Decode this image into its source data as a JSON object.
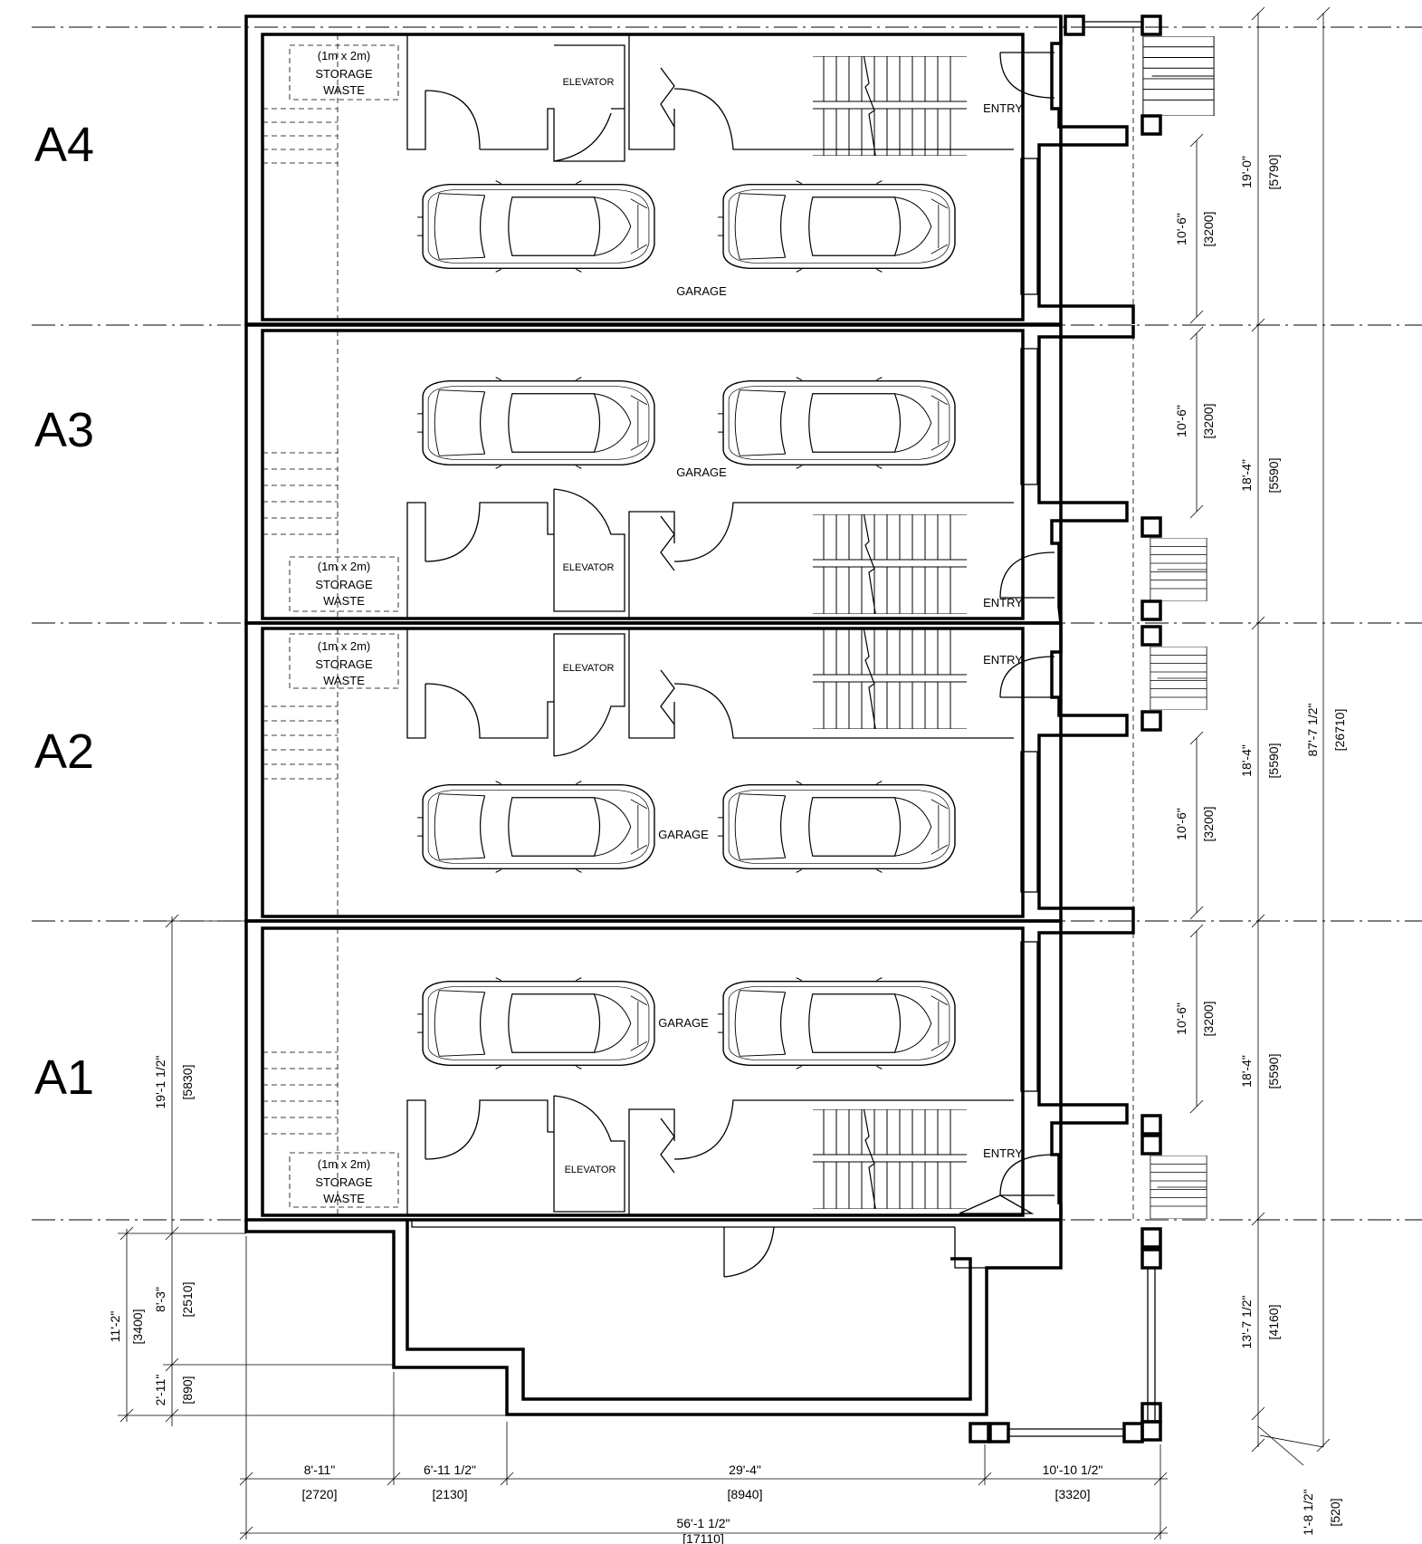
{
  "units": [
    {
      "id": "A4",
      "storage": [
        "(1m x 2m)",
        "STORAGE",
        "WASTE"
      ],
      "elevator": "ELEVATOR",
      "garage": "GARAGE",
      "entry": "ENTRY"
    },
    {
      "id": "A3",
      "storage": [
        "(1m x 2m)",
        "STORAGE",
        "WASTE"
      ],
      "elevator": "ELEVATOR",
      "garage": "GARAGE",
      "entry": "ENTRY"
    },
    {
      "id": "A2",
      "storage": [
        "(1m x 2m)",
        "STORAGE",
        "WASTE"
      ],
      "elevator": "ELEVATOR",
      "garage": "GARAGE",
      "entry": "ENTRY"
    },
    {
      "id": "A1",
      "storage": [
        "(1m x 2m)",
        "STORAGE",
        "WASTE"
      ],
      "elevator": "ELEVATOR",
      "garage": "GARAGE",
      "entry": "ENTRY"
    }
  ],
  "dims_right_inner": [
    {
      "imperial": "10'-6\"",
      "metric": "[3200]"
    },
    {
      "imperial": "10'-6\"",
      "metric": "[3200]"
    },
    {
      "imperial": "10'-6\"",
      "metric": "[3200]"
    },
    {
      "imperial": "10'-6\"",
      "metric": "[3200]"
    }
  ],
  "dims_right_units": [
    {
      "imperial": "19'-0\"",
      "metric": "[5790]"
    },
    {
      "imperial": "18'-4\"",
      "metric": "[5590]"
    },
    {
      "imperial": "18'-4\"",
      "metric": "[5590]"
    },
    {
      "imperial": "18'-4\"",
      "metric": "[5590]"
    },
    {
      "imperial": "13'-7 1/2\"",
      "metric": "[4160]"
    }
  ],
  "dim_total_right": {
    "imperial": "87'-7 1/2\"",
    "metric": "[26710]"
  },
  "dim_corner": {
    "imperial": "1'-8 1/2\"",
    "metric": "[520]"
  },
  "dims_left": [
    {
      "imperial": "19'-1 1/2\"",
      "metric": "[5830]"
    },
    {
      "imperial": "8'-3\"",
      "metric": "[2510]"
    },
    {
      "imperial": "2'-11\"",
      "metric": "[890]"
    },
    {
      "imperial": "11'-2\"",
      "metric": "[3400]"
    }
  ],
  "dims_bottom": [
    {
      "imperial": "8'-11\"",
      "metric": "[2720]"
    },
    {
      "imperial": "6'-11 1/2\"",
      "metric": "[2130]"
    },
    {
      "imperial": "29'-4\"",
      "metric": "[8940]"
    },
    {
      "imperial": "10'-10 1/2\"",
      "metric": "[3320]"
    }
  ],
  "dim_total_bottom": {
    "imperial": "56'-1 1/2\"",
    "metric": "[17110]"
  }
}
